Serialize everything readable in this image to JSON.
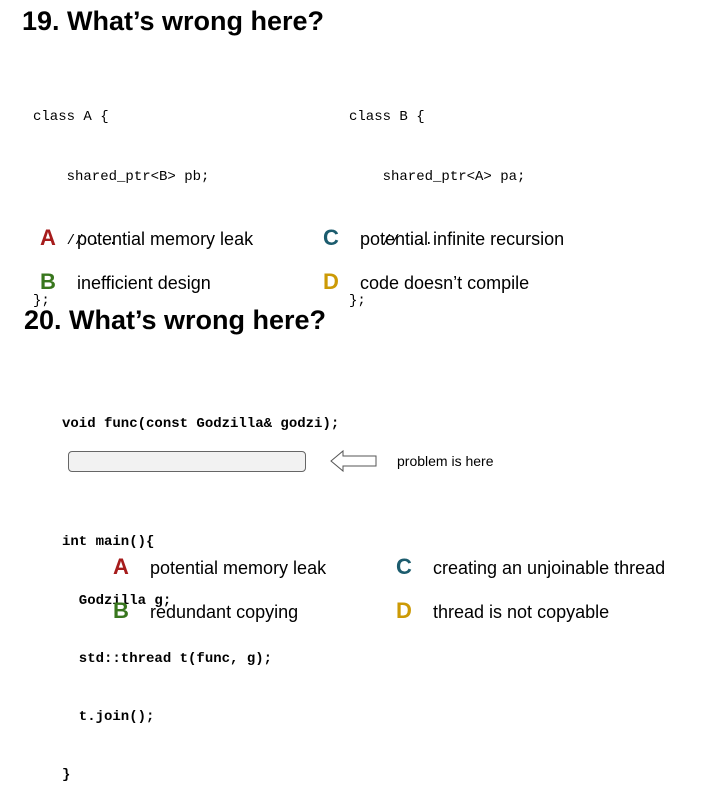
{
  "q19": {
    "title": "19. What’s wrong here?",
    "code_a": [
      "class A {",
      "    shared_ptr<B> pb;",
      "    // ...",
      "};"
    ],
    "code_b": [
      "class B {",
      "    shared_ptr<A> pa;",
      "    // ...",
      "};"
    ],
    "answers": {
      "A": "potential memory leak",
      "B": "inefficient design",
      "C": "potential infinite recursion",
      "D": "code doesn’t compile"
    }
  },
  "q20": {
    "title": "20. What’s wrong here?",
    "code": [
      "void func(const Godzilla& godzi);",
      "",
      "int main(){",
      "  Godzilla g;",
      "  std::thread t(func, g);",
      "  t.join();",
      "}"
    ],
    "note": "problem is here",
    "answers": {
      "A": "potential memory leak",
      "B": "redundant copying",
      "C": "creating an unjoinable thread",
      "D": "thread is not copyable"
    }
  },
  "labels": {
    "A": "A",
    "B": "B",
    "C": "C",
    "D": "D"
  },
  "colors": {
    "A": "#a61c1c",
    "B": "#38761d",
    "C": "#1c5c6e",
    "D": "#cc9a06"
  }
}
